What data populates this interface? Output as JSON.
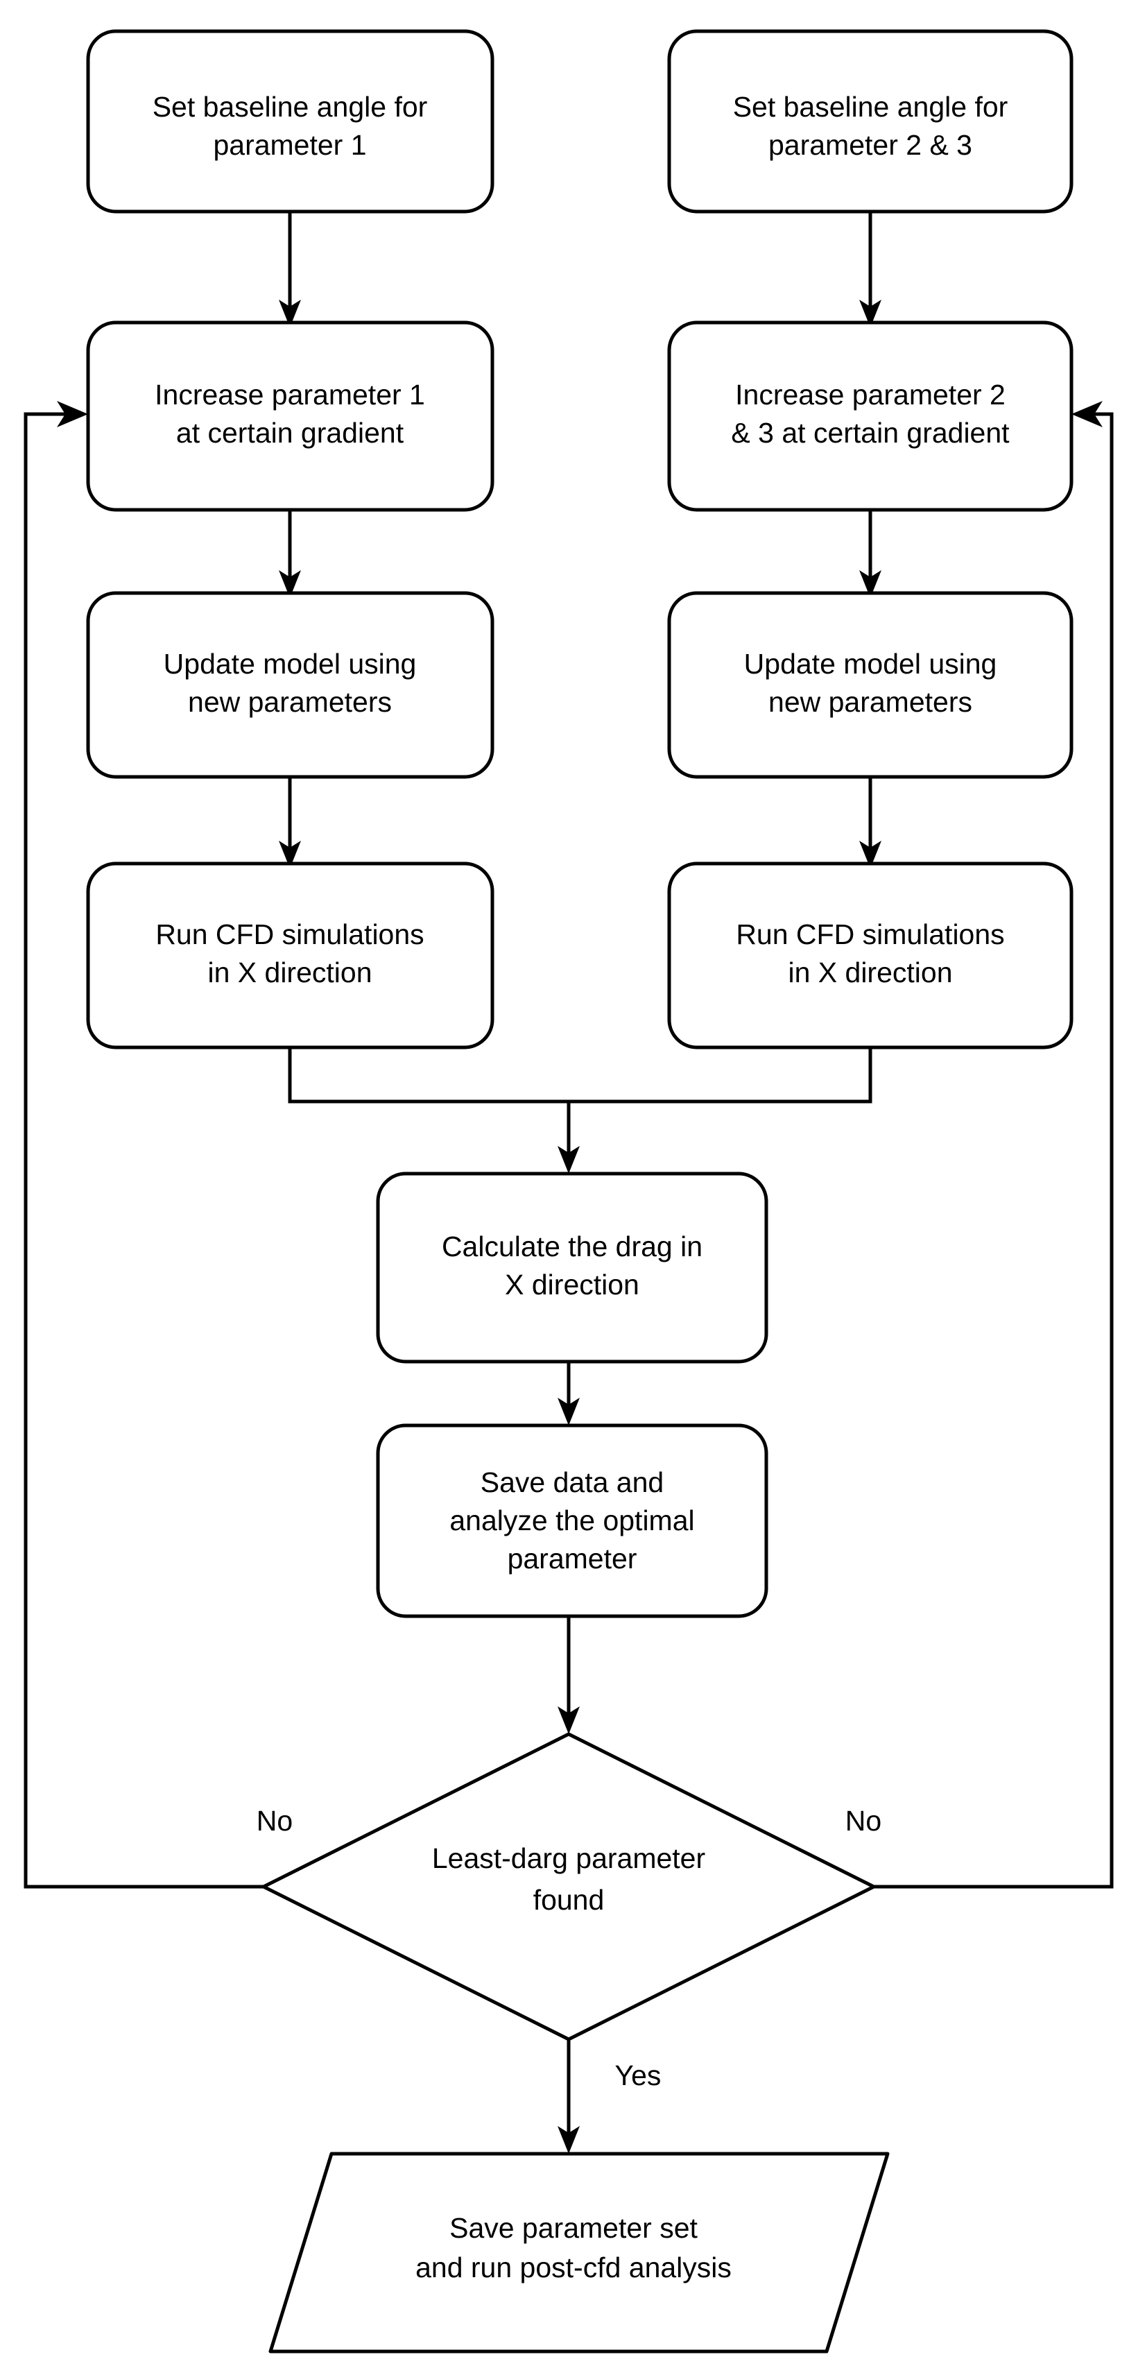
{
  "diagram": {
    "type": "flowchart",
    "title": "CFD parameter optimization flowchart",
    "background_color": "#ffffff",
    "stroke_color": "#000000",
    "text_color": "#000000",
    "nodes": [
      {
        "id": "set-baseline-p1",
        "shape": "rounded-rectangle",
        "lines": [
          "Set baseline angle for",
          "parameter 1"
        ],
        "line1": "Set baseline angle for",
        "line2": "parameter 1",
        "line3": ""
      },
      {
        "id": "set-baseline-p23",
        "shape": "rounded-rectangle",
        "lines": [
          "Set baseline angle for",
          "parameter 2 & 3"
        ],
        "line1": "Set baseline angle for",
        "line2": "parameter 2 & 3",
        "line3": ""
      },
      {
        "id": "increase-p1",
        "shape": "rounded-rectangle",
        "lines": [
          "Increase parameter 1",
          "at certain gradient"
        ],
        "line1": "Increase parameter 1",
        "line2": "at certain gradient",
        "line3": ""
      },
      {
        "id": "increase-p23",
        "shape": "rounded-rectangle",
        "lines": [
          "Increase parameter 2",
          "& 3 at certain gradient"
        ],
        "line1": "Increase parameter 2",
        "line2": "& 3 at certain gradient",
        "line3": ""
      },
      {
        "id": "update-model-left",
        "shape": "rounded-rectangle",
        "lines": [
          "Update model using",
          "new parameters"
        ],
        "line1": "Update model using",
        "line2": "new parameters",
        "line3": ""
      },
      {
        "id": "update-model-right",
        "shape": "rounded-rectangle",
        "lines": [
          "Update model using",
          "new parameters"
        ],
        "line1": "Update model using",
        "line2": "new parameters",
        "line3": ""
      },
      {
        "id": "run-cfd-left",
        "shape": "rounded-rectangle",
        "lines": [
          "Run CFD simulations",
          "in X direction"
        ],
        "line1": "Run CFD simulations",
        "line2": "in X direction",
        "line3": ""
      },
      {
        "id": "run-cfd-right",
        "shape": "rounded-rectangle",
        "lines": [
          "Run CFD simulations",
          "in X direction"
        ],
        "line1": "Run CFD simulations",
        "line2": "in X direction",
        "line3": ""
      },
      {
        "id": "calculate-drag",
        "shape": "rounded-rectangle",
        "lines": [
          "Calculate the drag in",
          "X direction"
        ],
        "line1": "Calculate the drag in",
        "line2": "X direction",
        "line3": ""
      },
      {
        "id": "save-analyze",
        "shape": "rounded-rectangle",
        "lines": [
          "Save data and",
          "analyze the optimal",
          "parameter"
        ],
        "line1": "Save data and",
        "line2": "analyze the optimal",
        "line3": "parameter"
      },
      {
        "id": "decision-least-drag",
        "shape": "diamond",
        "lines": [
          "Least-darg parameter",
          "found"
        ],
        "line1": "Least-darg parameter",
        "line2": "found",
        "line3": ""
      },
      {
        "id": "save-parameter-set",
        "shape": "parallelogram",
        "lines": [
          "Save parameter set",
          "and run post-cfd analysis"
        ],
        "line1": "Save parameter set",
        "line2": "and run post-cfd analysis",
        "line3": ""
      }
    ],
    "edge_labels": {
      "no_left": "No",
      "no_right": "No",
      "yes": "Yes"
    }
  }
}
